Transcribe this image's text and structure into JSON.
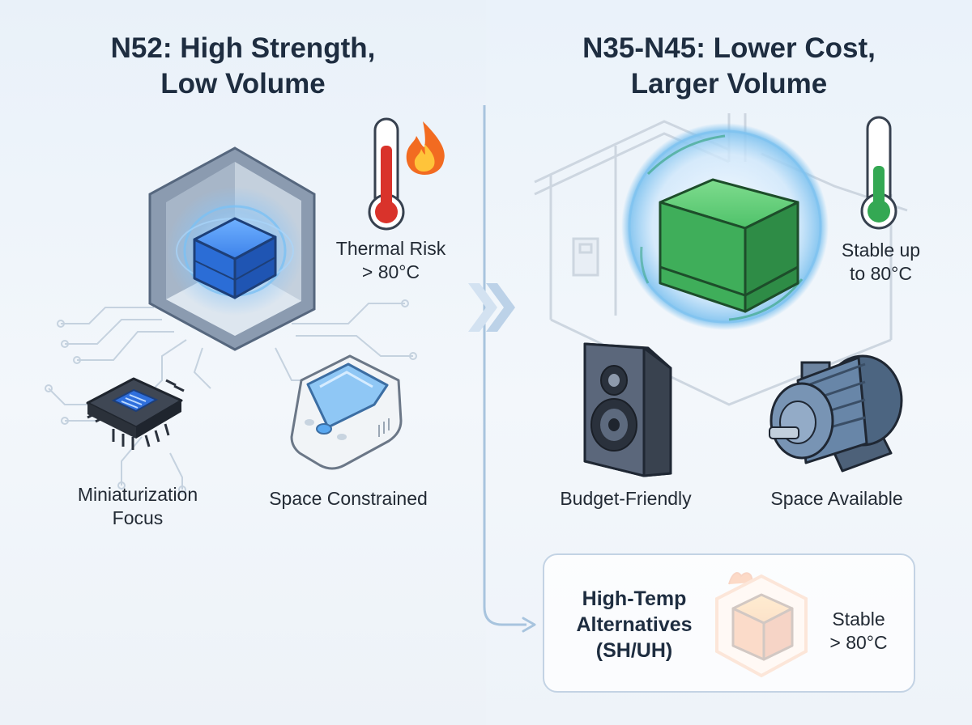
{
  "left": {
    "title_lines": [
      "N52: High Strength,",
      "Low Volume"
    ],
    "thermal_lines": [
      "Thermal Risk",
      "> 80°C"
    ],
    "miniaturization_lines": [
      "Miniaturization",
      "Focus"
    ],
    "space_constrained": "Space Constrained"
  },
  "right": {
    "title_lines": [
      "N35-N45: Lower Cost,",
      "Larger Volume"
    ],
    "stable_lines": [
      "Stable up",
      "to 80°C"
    ],
    "budget_friendly": "Budget-Friendly",
    "space_available": "Space Available"
  },
  "alternatives": {
    "title_lines": [
      "High-Temp",
      "Alternatives",
      "(SH/UH)"
    ],
    "stable_lines": [
      "Stable",
      "> 80°C"
    ]
  },
  "colors": {
    "n52_magnet": "#2f6fdc",
    "n35_magnet": "#3cb35a",
    "high_temp_magnet": "#ec6a1f",
    "thermometer_hot": "#d9332b",
    "thermometer_ok": "#34a853"
  }
}
